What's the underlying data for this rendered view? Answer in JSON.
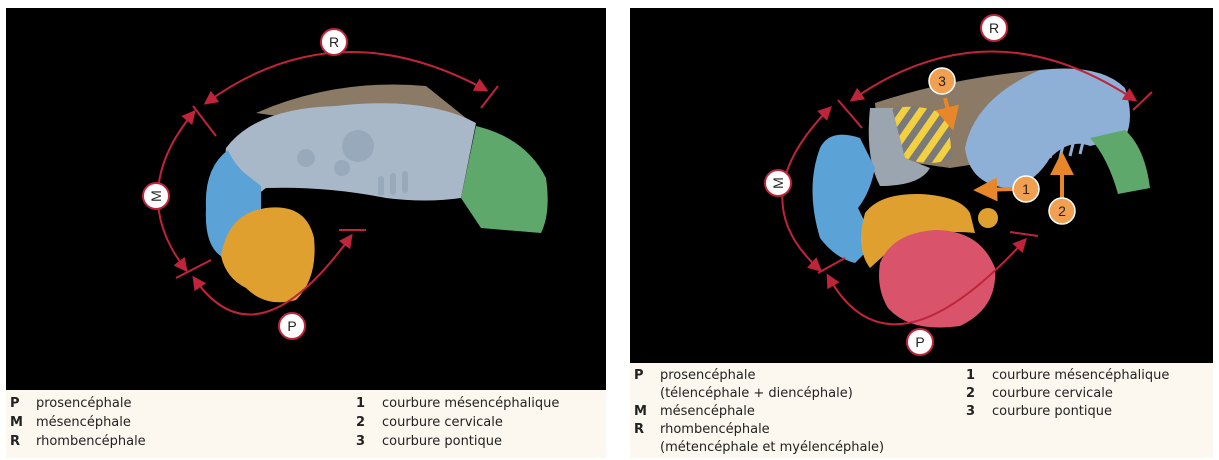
{
  "left": {
    "labels": {
      "r": "R",
      "m": "M",
      "p": "P"
    },
    "legend": {
      "left_items": [
        {
          "key": "P",
          "text": "prosencéphale"
        },
        {
          "key": "M",
          "text": "mésencéphale"
        },
        {
          "key": "R",
          "text": "rhombencéphale"
        }
      ],
      "right_items": [
        {
          "key": "1",
          "text": "courbure mésencéphalique"
        },
        {
          "key": "2",
          "text": "courbure cervicale"
        },
        {
          "key": "3",
          "text": "courbure pontique"
        }
      ]
    }
  },
  "right": {
    "labels": {
      "r": "R",
      "m": "M",
      "p": "P",
      "n1": "1",
      "n2": "2",
      "n3": "3"
    },
    "legend": {
      "left_items": [
        {
          "key": "P",
          "text": "prosencéphale",
          "sub": "(télencéphale + diencéphale)"
        },
        {
          "key": "M",
          "text": "mésencéphale"
        },
        {
          "key": "R",
          "text": "rhombencéphale",
          "sub": "(métencéphale et myélencéphale)"
        }
      ],
      "right_items": [
        {
          "key": "1",
          "text": "courbure mésencéphalique"
        },
        {
          "key": "2",
          "text": "courbure cervicale"
        },
        {
          "key": "3",
          "text": "courbure pontique"
        }
      ]
    }
  },
  "colors": {
    "rhombencephalon": "#a9b8c8",
    "rhombencephalon_roof": "#8a7a66",
    "spinal": "#5fa86c",
    "mesencephalon": "#5ba3d6",
    "prosencephalon": "#e0a030",
    "telencephalon": "#d9546a",
    "arrow_red": "#c0243a",
    "arrow_orange": "#e8862a",
    "stripe_yellow": "#f2d040"
  }
}
